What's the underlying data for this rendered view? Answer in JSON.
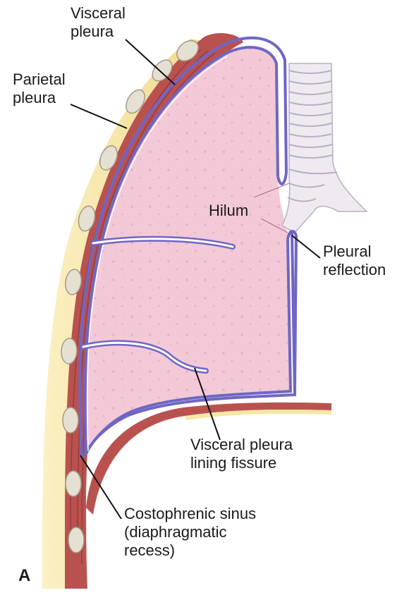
{
  "labels": {
    "visceral_pleura": "Visceral\npleura",
    "parietal_pleura": "Parietal\npleura",
    "hilum": "Hilum",
    "pleural_reflection": "Pleural\nreflection",
    "visceral_pleura_fissure": "Visceral pleura\nlining fissure",
    "costophrenic_sinus": "Costophrenic sinus\n(diaphragmatic\nrecess)",
    "panel": "A"
  },
  "colors": {
    "lung_fill": "#f3c9d8",
    "pleura_line": "#6f66c4",
    "muscle": "#b9524f",
    "fat": "#f5e7a6",
    "rib": "#e6e0d3",
    "bronchus": "#eeeaf0",
    "leader": "#111111"
  }
}
